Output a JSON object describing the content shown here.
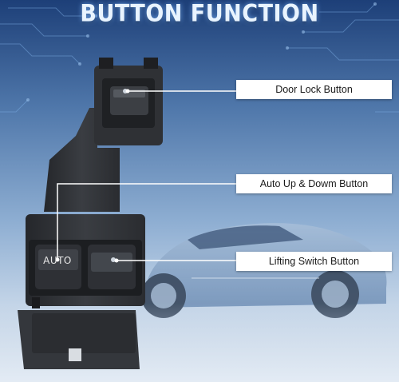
{
  "title": "BUTTON FUNCTION",
  "labels": {
    "door_lock": "Door Lock Button",
    "auto_up": "Auto Up & Dowm Button",
    "lifting": "Lifting Switch Button"
  },
  "switch_text": "AUTO",
  "colors": {
    "background_top": "#1d3f78",
    "background_bottom": "#dbe5f0",
    "title": "#e9f4ff",
    "switch_body": "#2b2d31",
    "label_bg": "#ffffff",
    "callout_line": "#ffffff"
  }
}
